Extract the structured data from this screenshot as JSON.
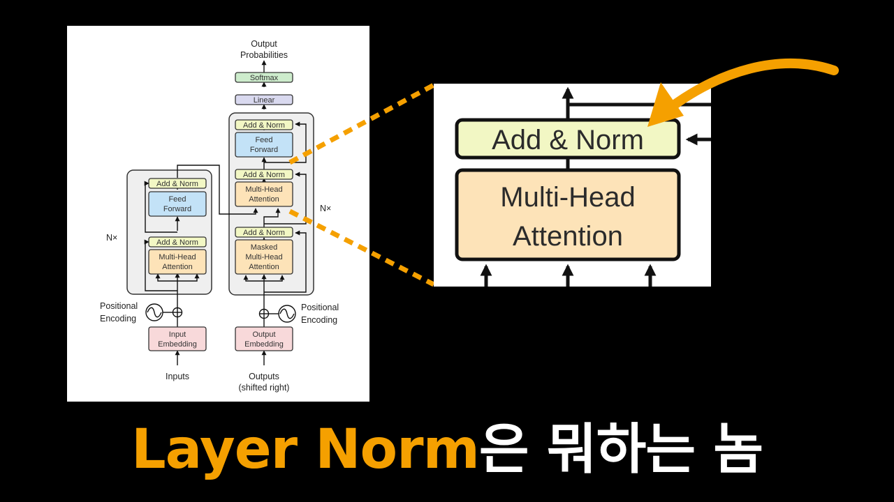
{
  "diagram": {
    "output_probabilities": [
      "Output",
      "Probabilities"
    ],
    "softmax": "Softmax",
    "linear": "Linear",
    "add_norm": "Add & Norm",
    "feed_forward": [
      "Feed",
      "Forward"
    ],
    "multi_head_attention": [
      "Multi-Head",
      "Attention"
    ],
    "masked_multi_head_attention": [
      "Masked",
      "Multi-Head",
      "Attention"
    ],
    "nx": "N×",
    "positional_encoding": [
      "Positional",
      "Encoding"
    ],
    "input_embedding": [
      "Input",
      "Embedding"
    ],
    "output_embedding": [
      "Output",
      "Embedding"
    ],
    "inputs": "Inputs",
    "outputs": [
      "Outputs",
      "(shifted right)"
    ]
  },
  "zoom": {
    "add_norm": "Add & Norm",
    "multi_head_attention": [
      "Multi-Head",
      "Attention"
    ]
  },
  "caption": {
    "accent": "Layer Norm",
    "rest": "은 뭐하는 놈"
  },
  "colors": {
    "accent_orange": "#f5a000",
    "add_norm_fill": "#f2f7c4",
    "attention_fill": "#fde3b8",
    "feed_forward_fill": "#c3e2f7",
    "embedding_fill": "#f8d9da",
    "softmax_fill": "#cdeccc",
    "linear_fill": "#d9d9ef",
    "block_fill": "#efefef"
  }
}
